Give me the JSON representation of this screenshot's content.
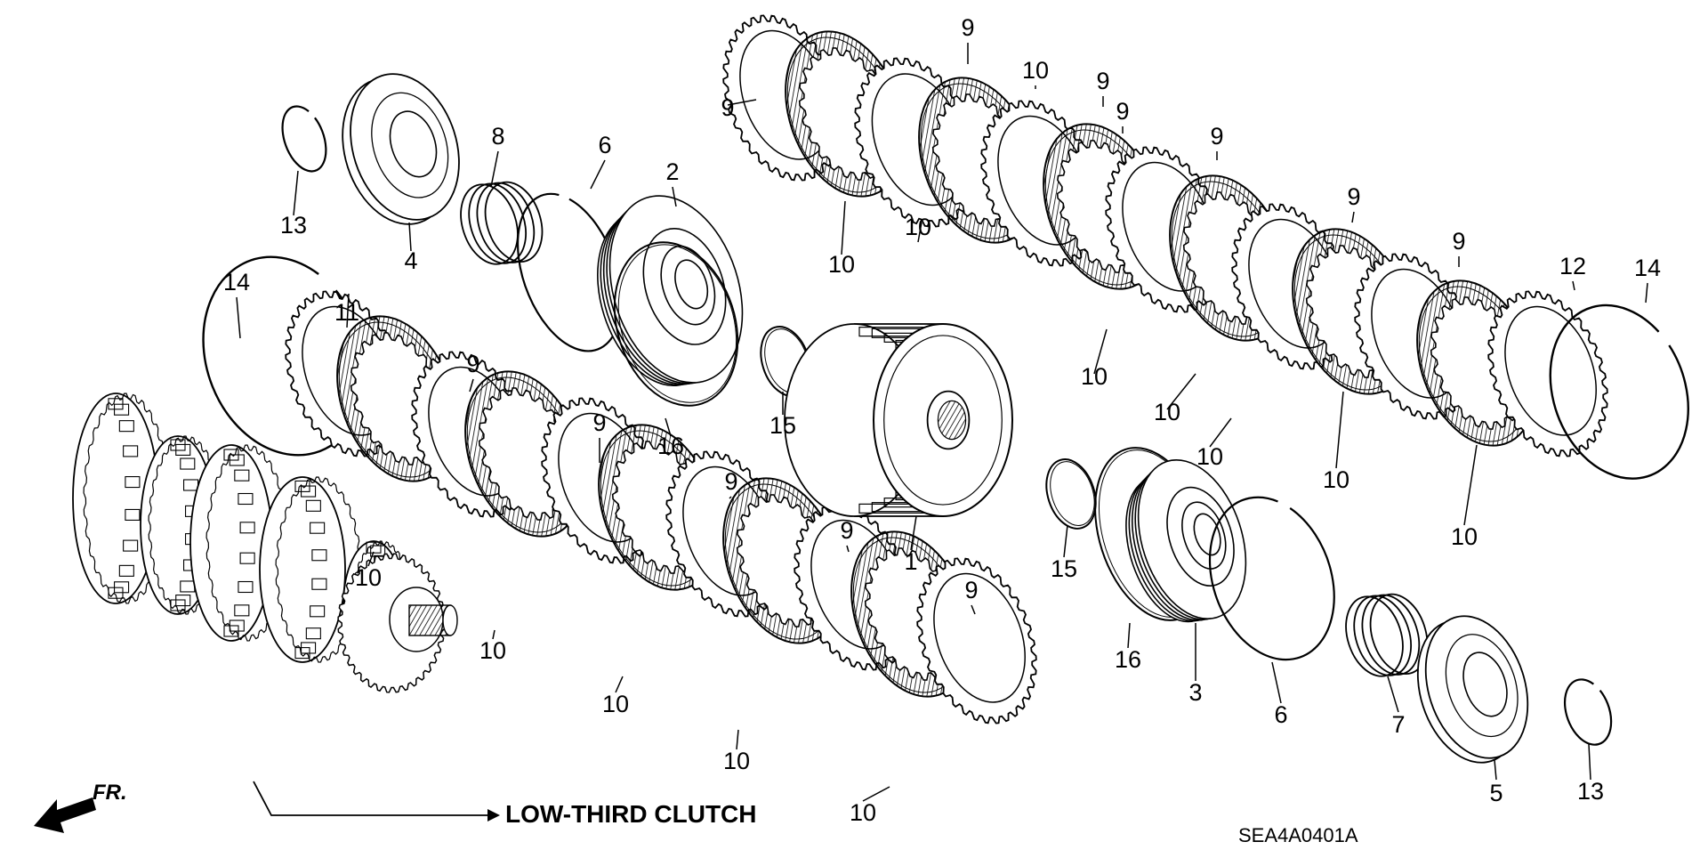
{
  "diagram": {
    "caption": "LOW-THIRD CLUTCH",
    "diagram_code": "SEA4A0401A",
    "front_marker": "FR.",
    "ink_color": "#000000",
    "background_color": "#ffffff",
    "callouts": [
      "13",
      "4",
      "8",
      "6",
      "2",
      "14",
      "11",
      "9",
      "16",
      "15",
      "9",
      "9",
      "9",
      "9",
      "9",
      "10",
      "10",
      "10",
      "10",
      "10",
      "1",
      "15",
      "16",
      "3",
      "6",
      "7",
      "5",
      "13",
      "9",
      "10",
      "9",
      "10",
      "9",
      "10",
      "9",
      "9",
      "10",
      "9",
      "12",
      "14",
      "10",
      "10",
      "10",
      "10"
    ]
  }
}
